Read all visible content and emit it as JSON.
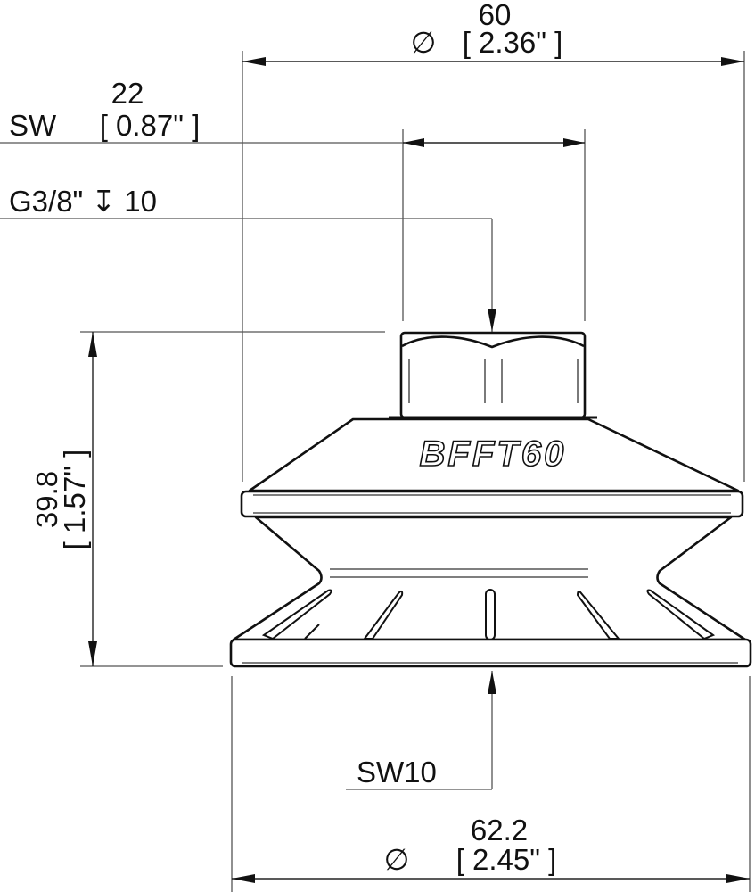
{
  "drawing": {
    "part_marking": "BFFT60",
    "dimensions": {
      "top_diameter": {
        "value": "60",
        "symbol": "∅",
        "imperial": "[ 2.36\" ]"
      },
      "hex_width": {
        "prefix": "SW",
        "value": "22",
        "imperial": "[ 0.87\" ]"
      },
      "thread": {
        "label": "G3/8\" ↧ 10"
      },
      "height": {
        "value": "39.8",
        "imperial": "[ 1.57\" ]"
      },
      "inner_hex": {
        "label": "SW10"
      },
      "bottom_diameter": {
        "value": "62.2",
        "symbol": "∅",
        "imperial": "[ 2.45\" ]"
      }
    },
    "colors": {
      "line": "#111111",
      "background": "#ffffff"
    }
  }
}
